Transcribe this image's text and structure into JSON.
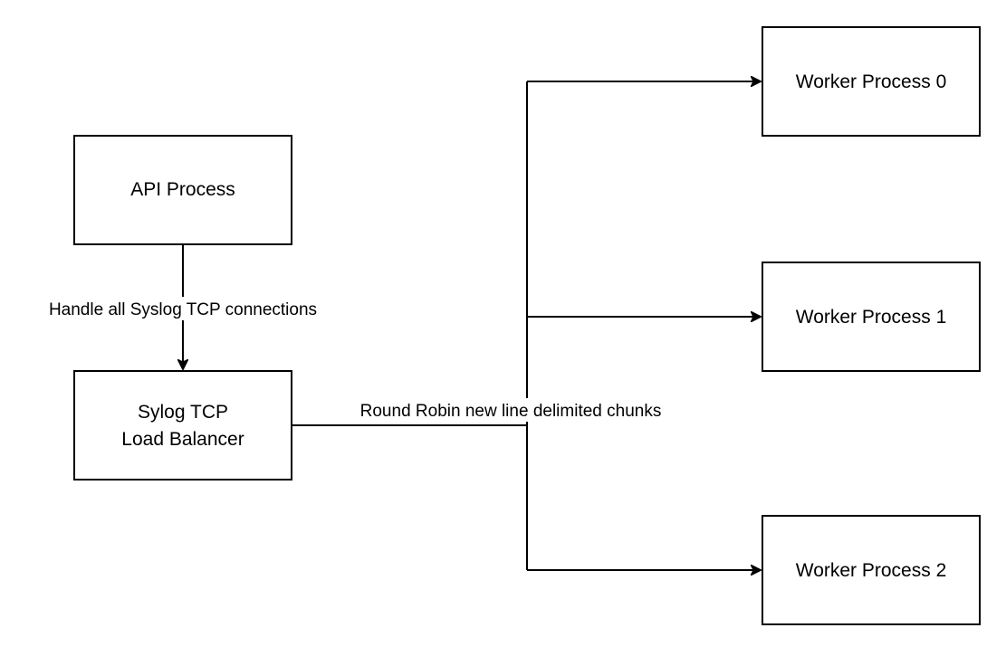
{
  "nodes": {
    "api_process": {
      "label": "API Process"
    },
    "load_balancer": {
      "label_line1": "Sylog TCP",
      "label_line2": "Load Balancer"
    },
    "worker_0": {
      "label": "Worker Process 0"
    },
    "worker_1": {
      "label": "Worker Process 1"
    },
    "worker_2": {
      "label": "Worker Process 2"
    }
  },
  "edges": {
    "api_to_lb": {
      "label": "Handle all Syslog TCP connections"
    },
    "lb_to_workers": {
      "label": "Round Robin new line delimited chunks"
    }
  }
}
